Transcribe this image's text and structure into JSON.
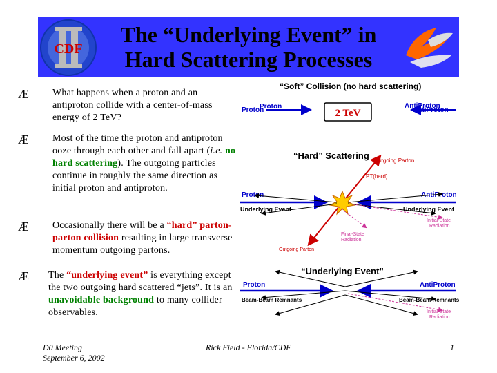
{
  "title": {
    "line1": "The “Underlying Event” in",
    "line2": "Hard Scattering Processes",
    "logo_left_text": "CDF"
  },
  "bullets": {
    "b1": "What happens when a proton and an antiproton collide with a center-of-mass energy of 2 TeV?",
    "b2_pre": "Most of the time the proton and antiproton ooze through each other and fall apart (",
    "b2_ie": "i.e.",
    "b2_green": " no hard scattering",
    "b2_post": ").  The outgoing particles continue in roughly the same direction as initial proton and antiproton.",
    "b3_pre": "Occasionally there will be a ",
    "b3_hard": "“hard”",
    "b3_red": " parton-parton collision",
    "b3_post": " resulting in large transverse momentum outgoing partons.",
    "b4_pre": "The ",
    "b4_ue": "“underlying event”",
    "b4_mid": " is everything except the two outgoing hard scattered “jets”. It is an ",
    "b4_green": "unavoidable background",
    "b4_post": " to many collider observables."
  },
  "diagram_soft": {
    "title": "“Soft” Collision (no hard scattering)",
    "proton_outer": "Proton",
    "proton_inner": "Proton",
    "energy": "2 TeV",
    "antiproton_inner": "AntiProton",
    "antiproton_outer": "AntiProton"
  },
  "diagram_hard": {
    "title": "“Hard” Scattering",
    "outgoing_top": "Outgoing Parton",
    "pt_hard": "PT(hard)",
    "proton": "Proton",
    "antiproton": "AntiProton",
    "ue_left": "Underlying Event",
    "ue_right": "Underlying Event",
    "isr_1": "Initial-State",
    "isr_2": "Radiation",
    "fsr_1": "Final-State",
    "fsr_2": "Radiation",
    "outgoing_bottom": "Outgoing Parton"
  },
  "diagram_ue": {
    "title": "“Underlying Event”",
    "proton": "Proton",
    "antiproton": "AntiProton",
    "bbr_left": "Beam-Beam Remnants",
    "bbr_right": "Beam-Beam Remnants",
    "isr_1": "Initial-State",
    "isr_2": "Radiation"
  },
  "footer": {
    "meeting": "D0 Meeting",
    "date": "September 6, 2002",
    "author": "Rick Field - Florida/CDF",
    "page": "1"
  },
  "colors": {
    "title_band": "#3333ff",
    "blue_label": "#0000cc",
    "red_arrow": "#cc0000",
    "green_text": "#008000",
    "isr_pink": "#cc3399"
  }
}
